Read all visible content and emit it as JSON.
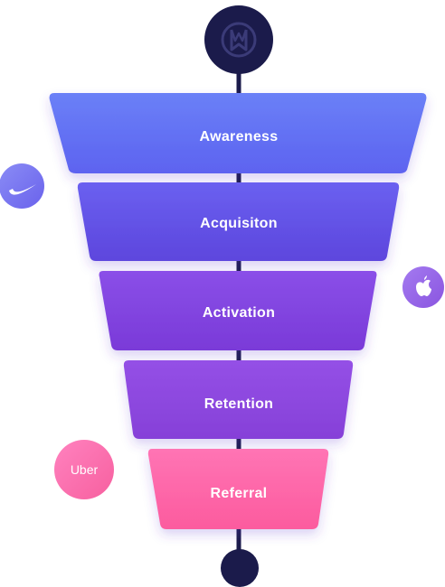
{
  "stages": [
    {
      "label": "Awareness"
    },
    {
      "label": "Acquisiton"
    },
    {
      "label": "Activation"
    },
    {
      "label": "Retention"
    },
    {
      "label": "Referral"
    }
  ],
  "brands": {
    "left_top": {
      "icon": "nike-swoosh-icon"
    },
    "right": {
      "icon": "apple-icon"
    },
    "left_bottom": {
      "label": "Uber"
    }
  },
  "top_node": {
    "icon": "bookmark-w-logo-icon"
  },
  "colors": {
    "dark_node": "#1b1b4b",
    "awareness_top": "#6a80f7",
    "awareness_bottom": "#5d63f0",
    "acquisition_top": "#6a60f0",
    "acquisition_bottom": "#5d46dd",
    "activation_top": "#8a4fe8",
    "activation_bottom": "#7a3ad8",
    "retention_top": "#9450e6",
    "retention_bottom": "#8640d8",
    "referral_top": "#ff74b4",
    "referral_bottom": "#fc5b9e"
  }
}
